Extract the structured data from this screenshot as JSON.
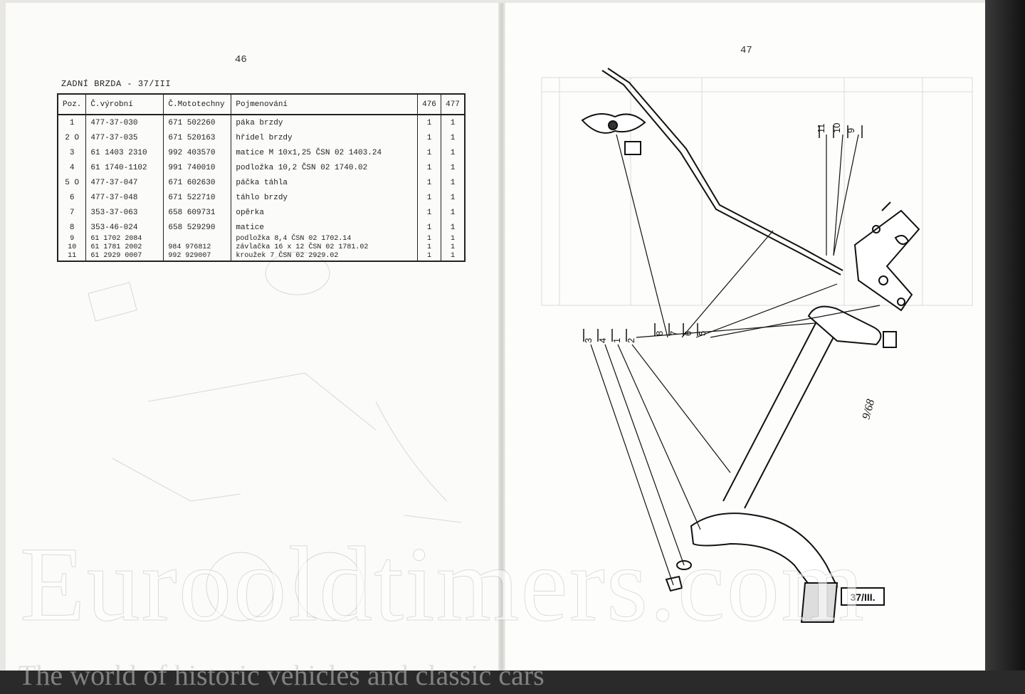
{
  "left_page": {
    "page_number": "46",
    "title": "ZADNÍ BRZDA - 37/III",
    "columns": [
      "Poz.",
      "Č.výrobní",
      "Č.Mototechny",
      "Pojmenování",
      "476",
      "477"
    ],
    "rows": [
      {
        "poz": "1",
        "vyrobni": "477-37-030",
        "mototechny": "671 502260",
        "nazev": "páka brzdy",
        "c476": "1",
        "c477": "1"
      },
      {
        "poz": "2 O",
        "vyrobni": "477-37-035",
        "mototechny": "671 520163",
        "nazev": "hřídel brzdy",
        "c476": "1",
        "c477": "1"
      },
      {
        "poz": "3",
        "vyrobni": "61 1403 2310",
        "mototechny": "992 403570",
        "nazev": "matice M 10x1,25  ČSN 02 1403.24",
        "c476": "1",
        "c477": "1"
      },
      {
        "poz": "4",
        "vyrobni": "61 1740-1102",
        "mototechny": "991 740010",
        "nazev": "podložka 10,2  ČSN 02 1740.02",
        "c476": "1",
        "c477": "1"
      },
      {
        "poz": "5 O",
        "vyrobni": "477-37-047",
        "mototechny": "671 602630",
        "nazev": "páčka táhla",
        "c476": "1",
        "c477": "1"
      },
      {
        "poz": "6",
        "vyrobni": "477-37-048",
        "mototechny": "671 522710",
        "nazev": "táhlo brzdy",
        "c476": "1",
        "c477": "1"
      },
      {
        "poz": "7",
        "vyrobni": "353-37-063",
        "mototechny": "658 609731",
        "nazev": "opěrka",
        "c476": "1",
        "c477": "1"
      },
      {
        "poz": "8",
        "vyrobni": "353-46-024",
        "mototechny": "658 529290",
        "nazev": "matice",
        "c476": "1",
        "c477": "1"
      },
      {
        "poz": "9",
        "vyrobni": "61 1702 2084",
        "mototechny": "",
        "nazev": "podložka 8,4  ČSN 02 1702.14",
        "c476": "1",
        "c477": "1"
      },
      {
        "poz": "10",
        "vyrobni": "61 1781 2002",
        "mototechny": "984 976812",
        "nazev": "závlačka 16 x 12  ČSN 02 1781.02",
        "c476": "1",
        "c477": "1"
      },
      {
        "poz": "11",
        "vyrobni": "61 2929 0007",
        "mototechny": "992 929007",
        "nazev": "kroužek 7  ČSN 02 2929.02",
        "c476": "1",
        "c477": "1"
      }
    ]
  },
  "right_page": {
    "page_number": "47",
    "callouts_right": [
      "9",
      "10",
      "11"
    ],
    "callouts_middle": [
      "8",
      "7",
      "6",
      "5"
    ],
    "callouts_left": [
      "3",
      "4",
      "1",
      "2"
    ],
    "figure_label": "37/III.",
    "handwritten_note": "9/68"
  },
  "watermark": {
    "brand": "Eurooldtimers.com",
    "tagline": "The world of historic vehicles and classic cars"
  }
}
